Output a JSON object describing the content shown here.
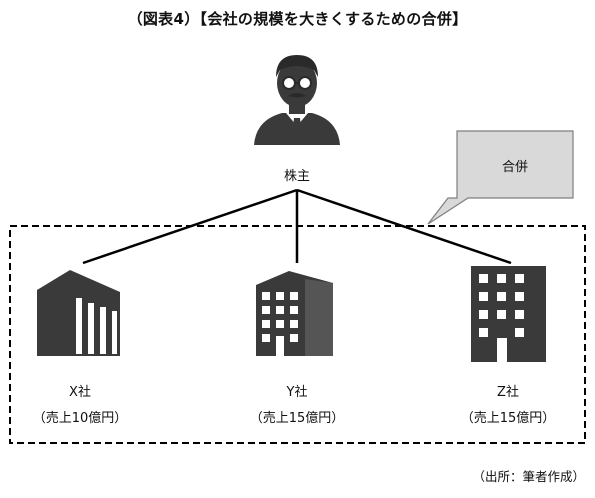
{
  "title": "（図表4）【会社の規模を大きくするための合併】",
  "shareholder": {
    "label": "株主",
    "icon": "businessman-icon"
  },
  "callout": {
    "label": "合併"
  },
  "companies": [
    {
      "name": "X社",
      "sales": "（売上10億円）",
      "icon": "building-icon"
    },
    {
      "name": "Y社",
      "sales": "（売上15億円）",
      "icon": "office-building-icon"
    },
    {
      "name": "Z社",
      "sales": "（売上15億円）",
      "icon": "office-building-icon"
    }
  ],
  "source": "（出所：筆者作成）",
  "colors": {
    "icon": "#3a3a3a",
    "callout_fill": "#d9d9d9",
    "line": "#000000"
  }
}
